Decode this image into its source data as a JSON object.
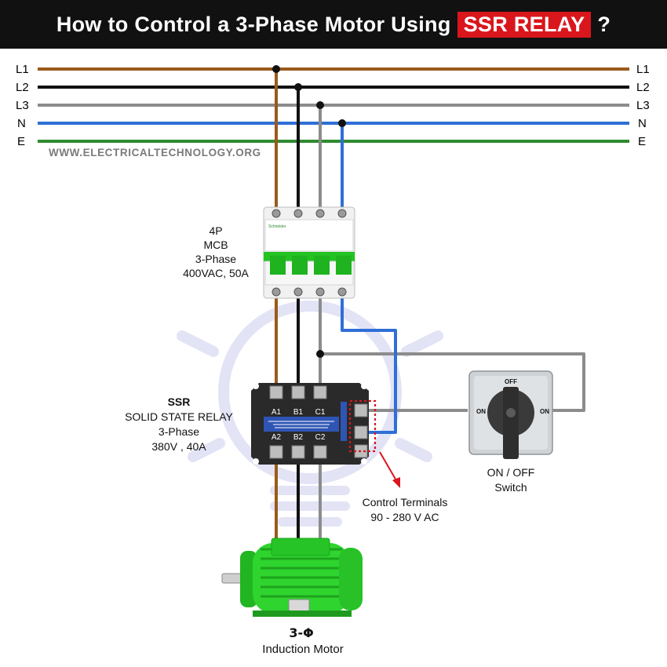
{
  "title": {
    "prefix": "How to Control a 3-Phase Motor Using",
    "highlight": "SSR RELAY",
    "suffix": "?"
  },
  "watermark": "WWW.ELECTRICALTECHNOLOGY.ORG",
  "buses": [
    {
      "label": "L1",
      "color": "#9a5a1c"
    },
    {
      "label": "L2",
      "color": "#111111"
    },
    {
      "label": "L3",
      "color": "#8c8c8c"
    },
    {
      "label": "N",
      "color": "#2f6fd6"
    },
    {
      "label": "E",
      "color": "#2e8b2e"
    }
  ],
  "mcb": {
    "line1": "4P",
    "line2": "MCB",
    "line3": "3-Phase",
    "line4": "400VAC, 50A",
    "face_brand": "Schneider"
  },
  "ssr": {
    "line1": "SSR",
    "line2": "SOLID STATE RELAY",
    "line3": "3-Phase",
    "line4": "380V , 40A",
    "terminals_top": [
      "A1",
      "B1",
      "C1"
    ],
    "terminals_bottom": [
      "A2",
      "B2",
      "C2"
    ]
  },
  "control_terminals": {
    "line1": "Control Terminals",
    "line2": "90 - 280 V AC"
  },
  "switch": {
    "line1": "ON / OFF",
    "line2": "Switch",
    "face_off": "OFF",
    "face_on_left": "ON",
    "face_on_right": "ON"
  },
  "motor": {
    "line1": "3-Φ",
    "line2": "Induction Motor"
  },
  "colors": {
    "title_bg": "#111111",
    "highlight_bg": "#d9161c",
    "mcb_green": "#22c322",
    "ssr_body": "#2a2a2a",
    "ssr_label": "#2f55b4",
    "motor_green": "#2fd42f",
    "bulb_tint": "#e3e3f6"
  }
}
